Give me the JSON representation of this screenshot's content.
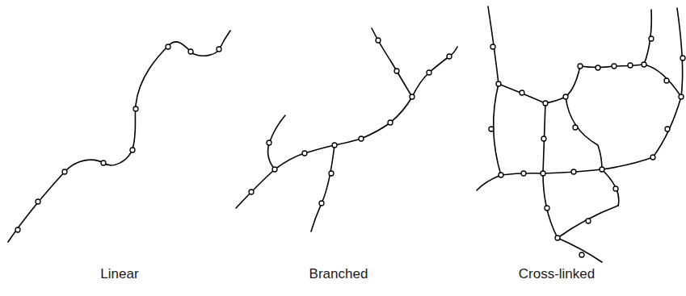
{
  "diagram": {
    "labels": [
      "Linear",
      "Branched",
      "Cross-linked"
    ]
  }
}
